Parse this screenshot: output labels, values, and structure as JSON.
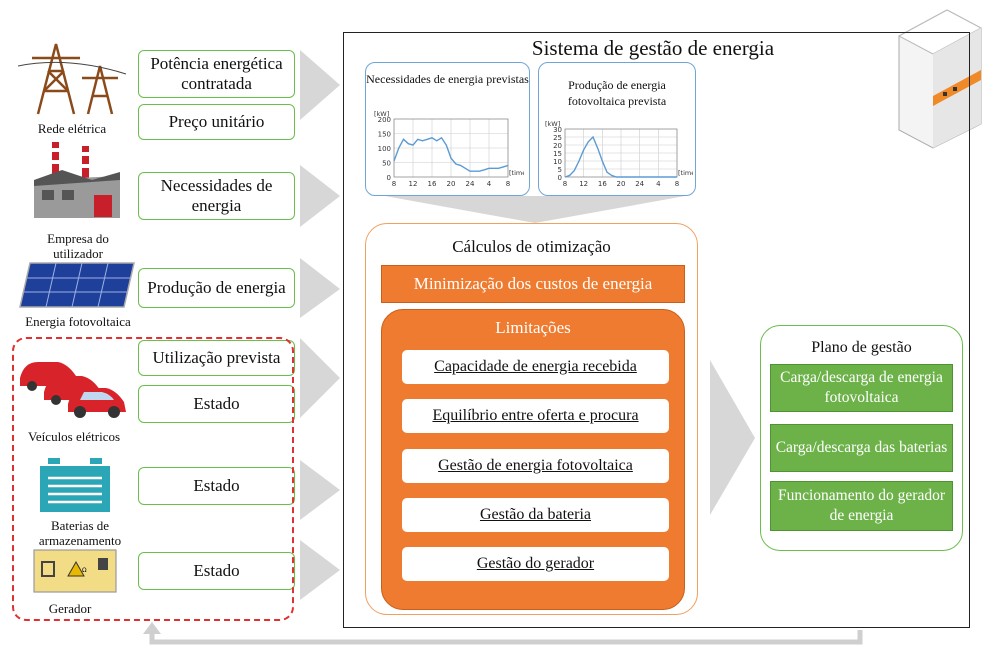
{
  "sources": {
    "rede": {
      "label": "Rede elétrica",
      "items": [
        "Potência energética contratada",
        "Preço unitário"
      ]
    },
    "empresa": {
      "label": "Empresa do utilizador",
      "items": [
        "Necessidades de energia"
      ]
    },
    "pv": {
      "label": "Energia fotovoltaica",
      "items": [
        "Produção de energia"
      ]
    },
    "veiculos": {
      "label": "Veículos elétricos",
      "items": [
        "Utilização prevista",
        "Estado"
      ]
    },
    "baterias": {
      "label": "Baterias de armazenamento",
      "items": [
        "Estado"
      ]
    },
    "gerador": {
      "label": "Gerador",
      "items": [
        "Estado"
      ]
    }
  },
  "system": {
    "title": "Sistema de gestão de energia",
    "optimization": {
      "title": "Cálculos de otimização",
      "objective": "Minimização dos custos de energia",
      "constraints_title": "Limitações",
      "constraints": [
        "Capacidade de energia recebida",
        "Equilíbrio entre oferta e procura",
        "Gestão de energia fotovoltaica",
        "Gestão da bateria",
        "Gestão do gerador"
      ]
    },
    "plan": {
      "title": "Plano de gestão",
      "items": [
        "Carga/descarga de energia fotovoltaica",
        "Carga/descarga das baterias",
        "Funcionamento do gerador de energia"
      ]
    }
  },
  "chart_data": [
    {
      "type": "line",
      "title": "Necessidades de energia previstas",
      "ylabel": "[kW]",
      "xlabel": "[time]",
      "x_ticks": [
        "8",
        "12",
        "16",
        "20",
        "24",
        "4",
        "8"
      ],
      "y_ticks": [
        0,
        50,
        100,
        150,
        200
      ],
      "ylim": [
        0,
        200
      ],
      "x": [
        8,
        9,
        10,
        11,
        12,
        13,
        14,
        15,
        16,
        17,
        18,
        19,
        20,
        21,
        22,
        23,
        24,
        25,
        26,
        27,
        28,
        29,
        30,
        31,
        32
      ],
      "values": [
        55,
        100,
        130,
        115,
        110,
        130,
        125,
        130,
        135,
        125,
        135,
        110,
        65,
        45,
        40,
        30,
        20,
        20,
        20,
        25,
        30,
        30,
        30,
        35,
        40
      ],
      "color": "#5b9bd5"
    },
    {
      "type": "line",
      "title": "Produção de energia fotovoltaica prevista",
      "ylabel": "[kW]",
      "xlabel": "[time]",
      "x_ticks": [
        "8",
        "12",
        "16",
        "20",
        "24",
        "4",
        "8"
      ],
      "y_ticks": [
        0,
        5,
        10,
        15,
        20,
        25,
        30
      ],
      "ylim": [
        0,
        30
      ],
      "x": [
        8,
        9,
        10,
        11,
        12,
        13,
        14,
        15,
        16,
        17,
        18,
        19,
        20,
        21,
        22,
        23,
        24,
        25,
        26,
        27,
        28,
        29,
        30,
        31,
        32
      ],
      "values": [
        0,
        1,
        4,
        10,
        17,
        22,
        25,
        18,
        10,
        3,
        1,
        0,
        0,
        0,
        0,
        0,
        0,
        0,
        0,
        0,
        0,
        0,
        0,
        0,
        0
      ],
      "color": "#5b9bd5"
    }
  ],
  "colors": {
    "green": "#6abf4b",
    "orange": "#ee7b2f",
    "blue": "#6fa6d6",
    "red_dash": "#e03030",
    "arrow_gray": "#d3d3d3"
  }
}
